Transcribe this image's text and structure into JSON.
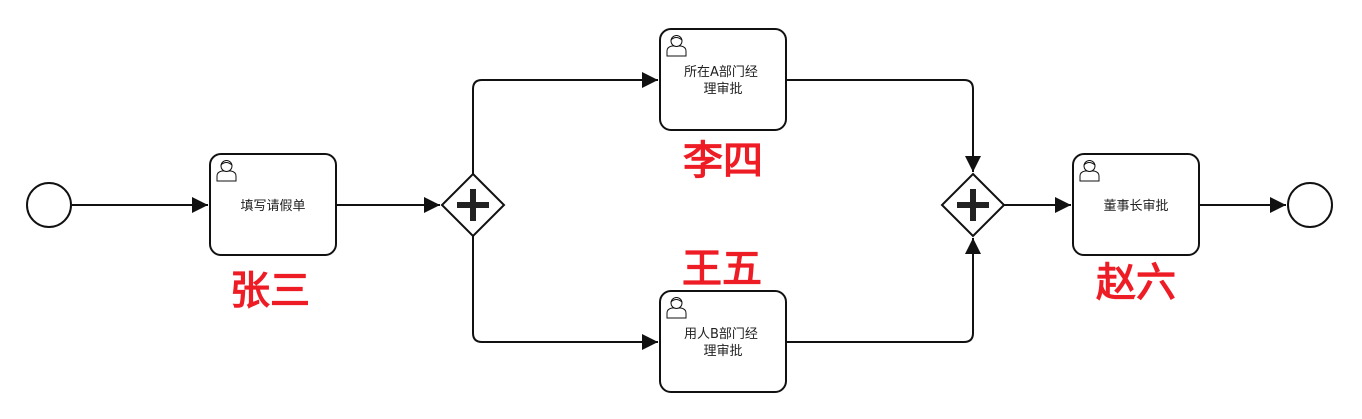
{
  "diagram": {
    "tasks": [
      {
        "id": "t1",
        "lines": [
          "填写请假单"
        ]
      },
      {
        "id": "t2",
        "lines": [
          "所在A部门经",
          "理审批"
        ]
      },
      {
        "id": "t3",
        "lines": [
          "用人B部门经",
          "理审批"
        ]
      },
      {
        "id": "t4",
        "lines": [
          "董事长审批"
        ]
      }
    ],
    "assignees": [
      {
        "id": "a1",
        "text": "张三"
      },
      {
        "id": "a2",
        "text": "李四"
      },
      {
        "id": "a3",
        "text": "王五"
      },
      {
        "id": "a4",
        "text": "赵六"
      }
    ],
    "colors": {
      "stroke": "#111111",
      "assignee": "#ee1c25",
      "gateway": "#222222"
    }
  }
}
